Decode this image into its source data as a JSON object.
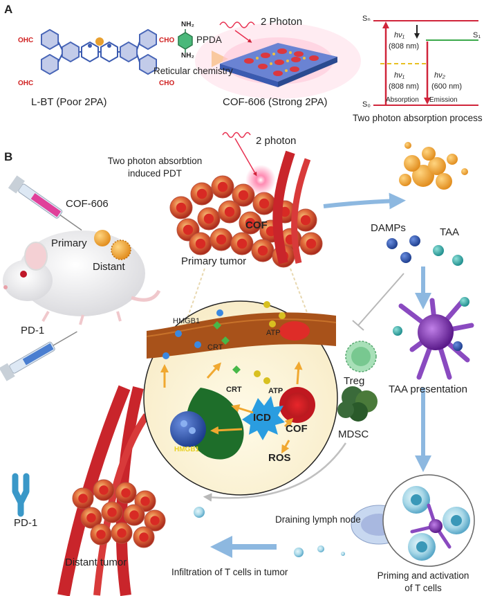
{
  "panel_a": {
    "letter": "A",
    "molecule": {
      "label": "L-BT (Poor 2PA)",
      "cho": "CHO",
      "ohc": "OHC"
    },
    "linker": {
      "nh2": "NH₂",
      "name": "PPDA",
      "reaction": "Reticular chemistry"
    },
    "cof": {
      "photon": "2 Photon",
      "label": "COF-606 (Strong 2PA)"
    },
    "jablonski": {
      "sn": "Sₙ",
      "s1": "S₁",
      "s0": "S₀",
      "hv1_top": "hν₁",
      "nm_top": "(808 nm)",
      "hv1_bottom": "hν₁",
      "nm_bottom": "(808 nm)",
      "hv2": "hν₂",
      "nm_emission": "(600 nm)",
      "absorption": "Absorption",
      "emission": "Emission",
      "title": "Two photon absorption process"
    }
  },
  "panel_b": {
    "letter": "B",
    "photon": "2 photon",
    "pdt_line1": "Two photon absorbtion",
    "pdt_line2": "induced PDT",
    "cof606": "COF-606",
    "primary": "Primary",
    "distant": "Distant",
    "pd1_syringe": "PD-1",
    "cof_label": "COF",
    "primary_tumor": "Primary tumor",
    "damps": "DAMPs",
    "taa": "TAA",
    "treg": "Treg",
    "taa_presentation": "TAA presentation",
    "mdsc": "MDSC",
    "pd1_antibody": "PD-1",
    "draining": "Draining lymph node",
    "distant_tumor": "Distant tumor",
    "infiltration": "Infiltration of T cells in tumor",
    "priming_line1": "Priming and activation",
    "priming_line2": "of T cells",
    "inset": {
      "hmgb1_top": "HMGB1",
      "crt_top": "CRT",
      "atp_top": "ATP",
      "crt_mid": "CRT",
      "atp_mid": "ATP",
      "icd": "ICD",
      "cof": "COF",
      "ros": "ROS",
      "hmgb1_nucleus": "HMGB1"
    }
  },
  "colors": {
    "arrow_blue": "#8db8e0",
    "arrow_orange": "#f0a830",
    "tumor_red": "#d8392b",
    "vessel_red": "#c9252b",
    "jablonski_red": "#d0243a",
    "jablonski_green": "#3aa84a",
    "inset_bg": "#fdf6e3",
    "icd_blue": "#2a9de0",
    "tcell_purple": "#7a3aa8"
  }
}
